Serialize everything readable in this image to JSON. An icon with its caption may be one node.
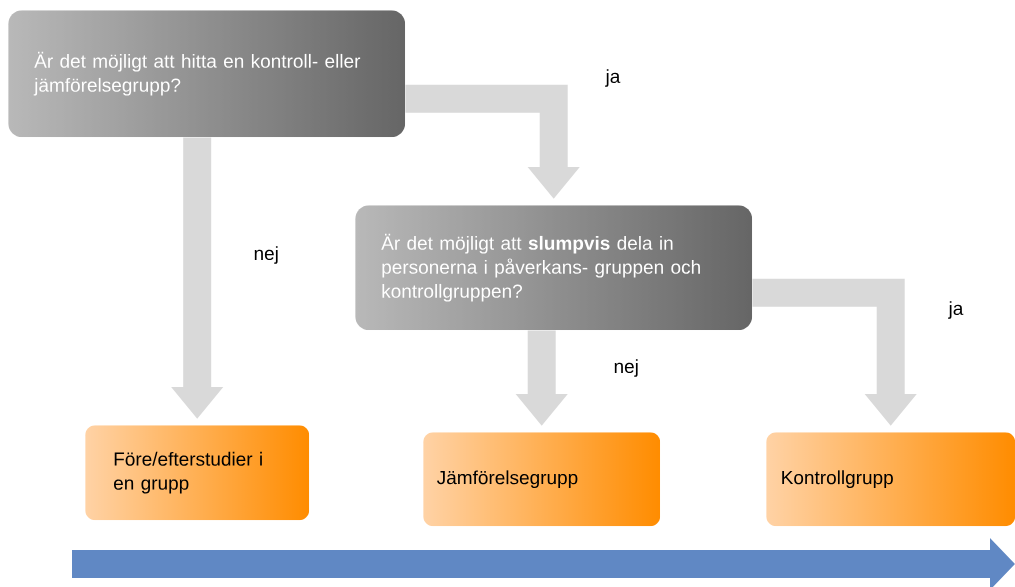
{
  "diagram": {
    "nodes": [
      {
        "text": [
          "Är det möjligt att hitta en kontroll- eller jämförelsegrupp?"
        ]
      },
      {
        "text": [
          "Är det möjligt att **slumpvis** dela in personerna i påverkans- gruppen och kontrollgruppen?"
        ]
      },
      {
        "text": [
          "Före/efterstudier i en grupp"
        ]
      },
      {
        "text": [
          "Jämförelsegrupp"
        ]
      },
      {
        "text": [
          "Kontrollgrupp"
        ]
      }
    ],
    "edges": [
      {
        "from": 0,
        "to": 1,
        "arrow": "to",
        "label": "ja"
      },
      {
        "from": 0,
        "to": 2,
        "arrow": "to",
        "label": "nej"
      },
      {
        "from": 1,
        "to": 3,
        "arrow": "to",
        "label": "nej"
      },
      {
        "from": 1,
        "to": 4,
        "arrow": "to",
        "label": "ja"
      }
    ]
  }
}
